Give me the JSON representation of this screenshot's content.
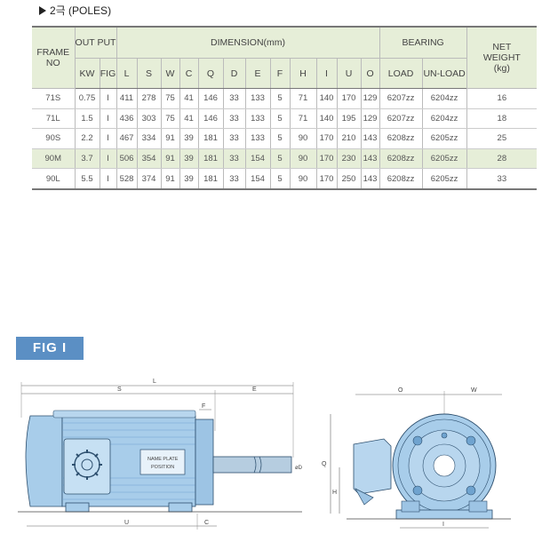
{
  "heading": "2극 (POLES)",
  "table": {
    "header_frame_no": "FRAME NO",
    "header_frame_line1": "FRAME",
    "header_frame_line2": "NO",
    "header_output": "OUT PUT",
    "header_dimension": "DIMENSION(mm)",
    "header_bearing": "BEARING",
    "header_weight_line1": "NET",
    "header_weight_line2": "WEIGHT",
    "header_weight_line3": "(kg)",
    "sub_kw": "KW",
    "sub_fig": "FIG",
    "sub_dims": [
      "L",
      "S",
      "W",
      "C",
      "Q",
      "D",
      "E",
      "F",
      "H",
      "I",
      "U",
      "O"
    ],
    "sub_load": "LOAD",
    "sub_unload": "UN-LOAD",
    "rows": [
      {
        "frame": "71S",
        "kw": "0.75",
        "fig": "I",
        "L": "411",
        "S": "278",
        "W": "75",
        "C": "41",
        "Q": "146",
        "D": "33",
        "E": "133",
        "F": "5",
        "H": "71",
        "I": "140",
        "U": "170",
        "O": "129",
        "load": "6207zz",
        "unload": "6204zz",
        "weight": "16"
      },
      {
        "frame": "71L",
        "kw": "1.5",
        "fig": "I",
        "L": "436",
        "S": "303",
        "W": "75",
        "C": "41",
        "Q": "146",
        "D": "33",
        "E": "133",
        "F": "5",
        "H": "71",
        "I": "140",
        "U": "195",
        "O": "129",
        "load": "6207zz",
        "unload": "6204zz",
        "weight": "18"
      },
      {
        "frame": "90S",
        "kw": "2.2",
        "fig": "I",
        "L": "467",
        "S": "334",
        "W": "91",
        "C": "39",
        "Q": "181",
        "D": "33",
        "E": "133",
        "F": "5",
        "H": "90",
        "I": "170",
        "U": "210",
        "O": "143",
        "load": "6208zz",
        "unload": "6205zz",
        "weight": "25"
      },
      {
        "frame": "90M",
        "kw": "3.7",
        "fig": "I",
        "L": "506",
        "S": "354",
        "W": "91",
        "C": "39",
        "Q": "181",
        "D": "33",
        "E": "154",
        "F": "5",
        "H": "90",
        "I": "170",
        "U": "230",
        "O": "143",
        "load": "6208zz",
        "unload": "6205zz",
        "weight": "28"
      },
      {
        "frame": "90L",
        "kw": "5.5",
        "fig": "I",
        "L": "528",
        "S": "374",
        "W": "91",
        "C": "39",
        "Q": "181",
        "D": "33",
        "E": "154",
        "F": "5",
        "H": "90",
        "I": "170",
        "U": "250",
        "O": "143",
        "load": "6208zz",
        "unload": "6205zz",
        "weight": "33"
      }
    ]
  },
  "figure": {
    "label": "FIG  I",
    "plate_line1": "NAME PLATE",
    "plate_line2": "POSITION",
    "dim_labels": {
      "L": "L",
      "S": "S",
      "E": "E",
      "F": "F",
      "U": "U",
      "C": "C",
      "O": "O",
      "W": "W",
      "Q": "Q",
      "H": "H",
      "I": "I",
      "D": "øD"
    }
  },
  "colors": {
    "header_bg": "#e6eed8",
    "motor_body": "#a8cdea",
    "motor_dark": "#6fa3cf",
    "fig_badge": "#5b8fc4"
  }
}
